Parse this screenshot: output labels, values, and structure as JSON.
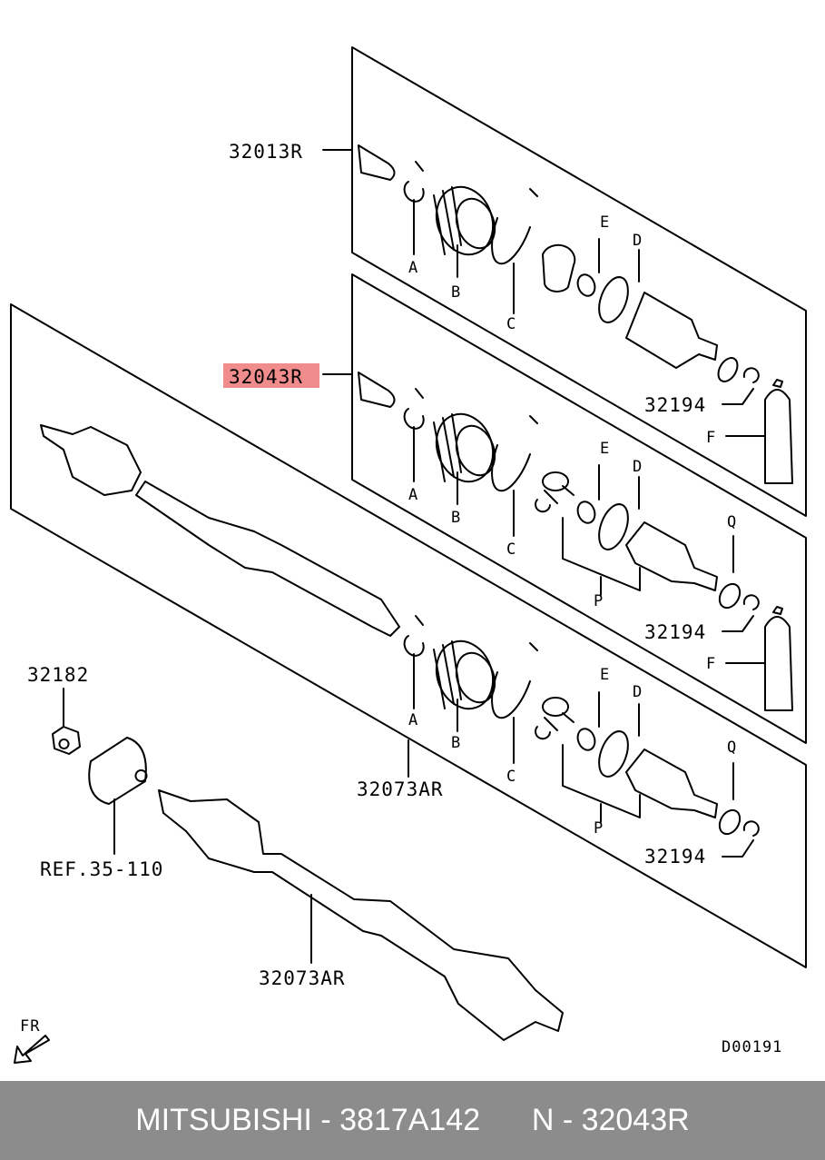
{
  "callouts": {
    "kit_32013R": "32013R",
    "kit_32043R": "32043R",
    "a1": "A",
    "b1": "B",
    "c1": "C",
    "d1": "D",
    "e1": "E",
    "a2": "A",
    "b2": "B",
    "c2": "C",
    "d2": "D",
    "e2": "E",
    "f2": "F",
    "p2": "P",
    "q2": "Q",
    "a3": "A",
    "b3": "B",
    "c3": "C",
    "d3": "D",
    "e3": "E",
    "p3": "P",
    "q3": "Q",
    "f1": "F",
    "clip_1": "32194",
    "clip_2": "32194",
    "clip_3": "32194",
    "nut": "32182",
    "hub_ref": "REF.35-110",
    "shaft_upper": "32073AR",
    "shaft_lower": "32073AR",
    "direction": "FR",
    "drawing_no": "D00191"
  },
  "highlight_color": "#f08c8c",
  "footer": {
    "brand_part": "MITSUBISHI - 3817A142",
    "ref": "N - 32043R"
  }
}
